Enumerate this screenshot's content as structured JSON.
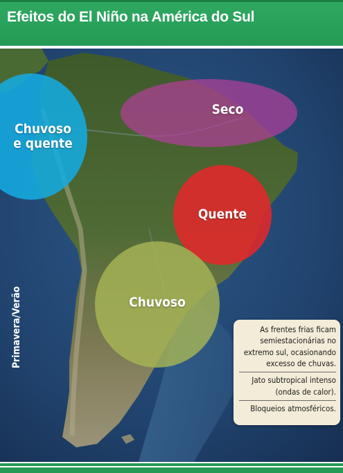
{
  "header": {
    "title": "Efeitos do El Niño na América do Sul"
  },
  "map": {
    "side_label": "Primavera/Verão",
    "zones": [
      {
        "key": "chuvoso-quente",
        "label": "Chuvoso\ne quente",
        "color": "#14abe0"
      },
      {
        "key": "seco",
        "label": "Seco",
        "color": "#b23f98"
      },
      {
        "key": "quente",
        "label": "Quente",
        "color": "#e3282a"
      },
      {
        "key": "chuvoso",
        "label": "Chuvoso",
        "color": "#a7b456"
      }
    ]
  },
  "legend": {
    "items": [
      "As frentes frias ficam semiestacionárias no extremo sul, ocasionando excesso de chuvas.",
      "Jato subtropical intenso (ondas de calor).",
      "Bloqueios atmosféricos."
    ]
  },
  "colors": {
    "header_green": "#249a55",
    "ocean": "#20426f",
    "legend_bg": "#f3ecd8"
  }
}
